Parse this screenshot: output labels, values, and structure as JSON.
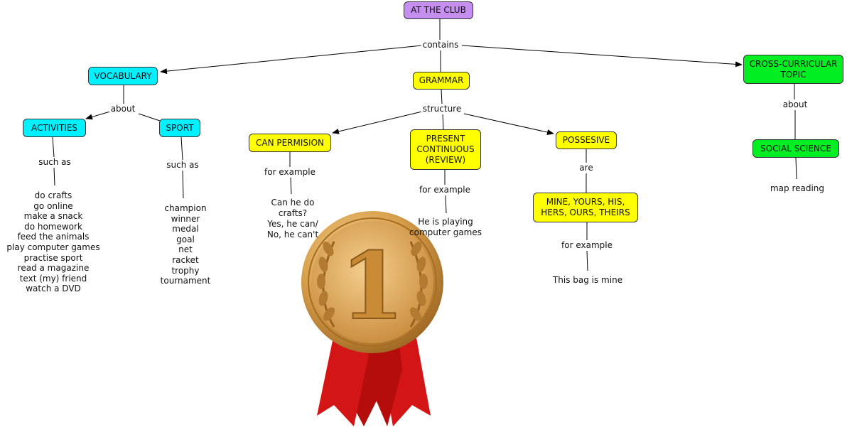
{
  "nodes": {
    "root": "AT THE CLUB",
    "vocabulary": "VOCABULARY",
    "grammar": "GRAMMAR",
    "cross": "CROSS-CURRICULAR TOPIC",
    "activities": "ACTIVITIES",
    "sport": "SPORT",
    "can": "CAN PERMISION",
    "present": "PRESENT CONTINUOUS (REVIEW)",
    "possessive": "POSSESIVE",
    "mine": "MINE, YOURS, HIS, HERS, OURS, THEIRS",
    "social": "SOCIAL SCIENCE"
  },
  "links": {
    "contains": "contains",
    "about_vocab": "about",
    "structure": "structure",
    "about_cross": "about",
    "such_as_activities": "such as",
    "such_as_sport": "such as",
    "for_example_can": "for example",
    "for_example_present": "for example",
    "are": "are",
    "for_example_mine": "for example"
  },
  "leaves": {
    "activities": [
      "do crafts",
      "go online",
      "make a snack",
      "do homework",
      "feed the animals",
      "play computer games",
      "practise sport",
      "read a magazine",
      "text (my) friend",
      "watch a DVD"
    ],
    "sport": [
      "champion",
      "winner",
      "medal",
      "goal",
      "net",
      "racket",
      "trophy",
      "tournament"
    ],
    "can_example": [
      "Can he do",
      "crafts?",
      "Yes, he can/",
      "No, he can't"
    ],
    "present_example": [
      "He is playing",
      "computer games"
    ],
    "mine_example": "This bag is mine",
    "social_example": "map reading"
  },
  "medal": {
    "number": "1",
    "icon": "gold-medal-icon"
  },
  "colors": {
    "root": "#c58ff0",
    "vocabulary": "#00f0ff",
    "grammar": "#ffff00",
    "cross": "#00ee22",
    "medal_gold": "#d9a24e",
    "ribbon": "#d01010"
  }
}
